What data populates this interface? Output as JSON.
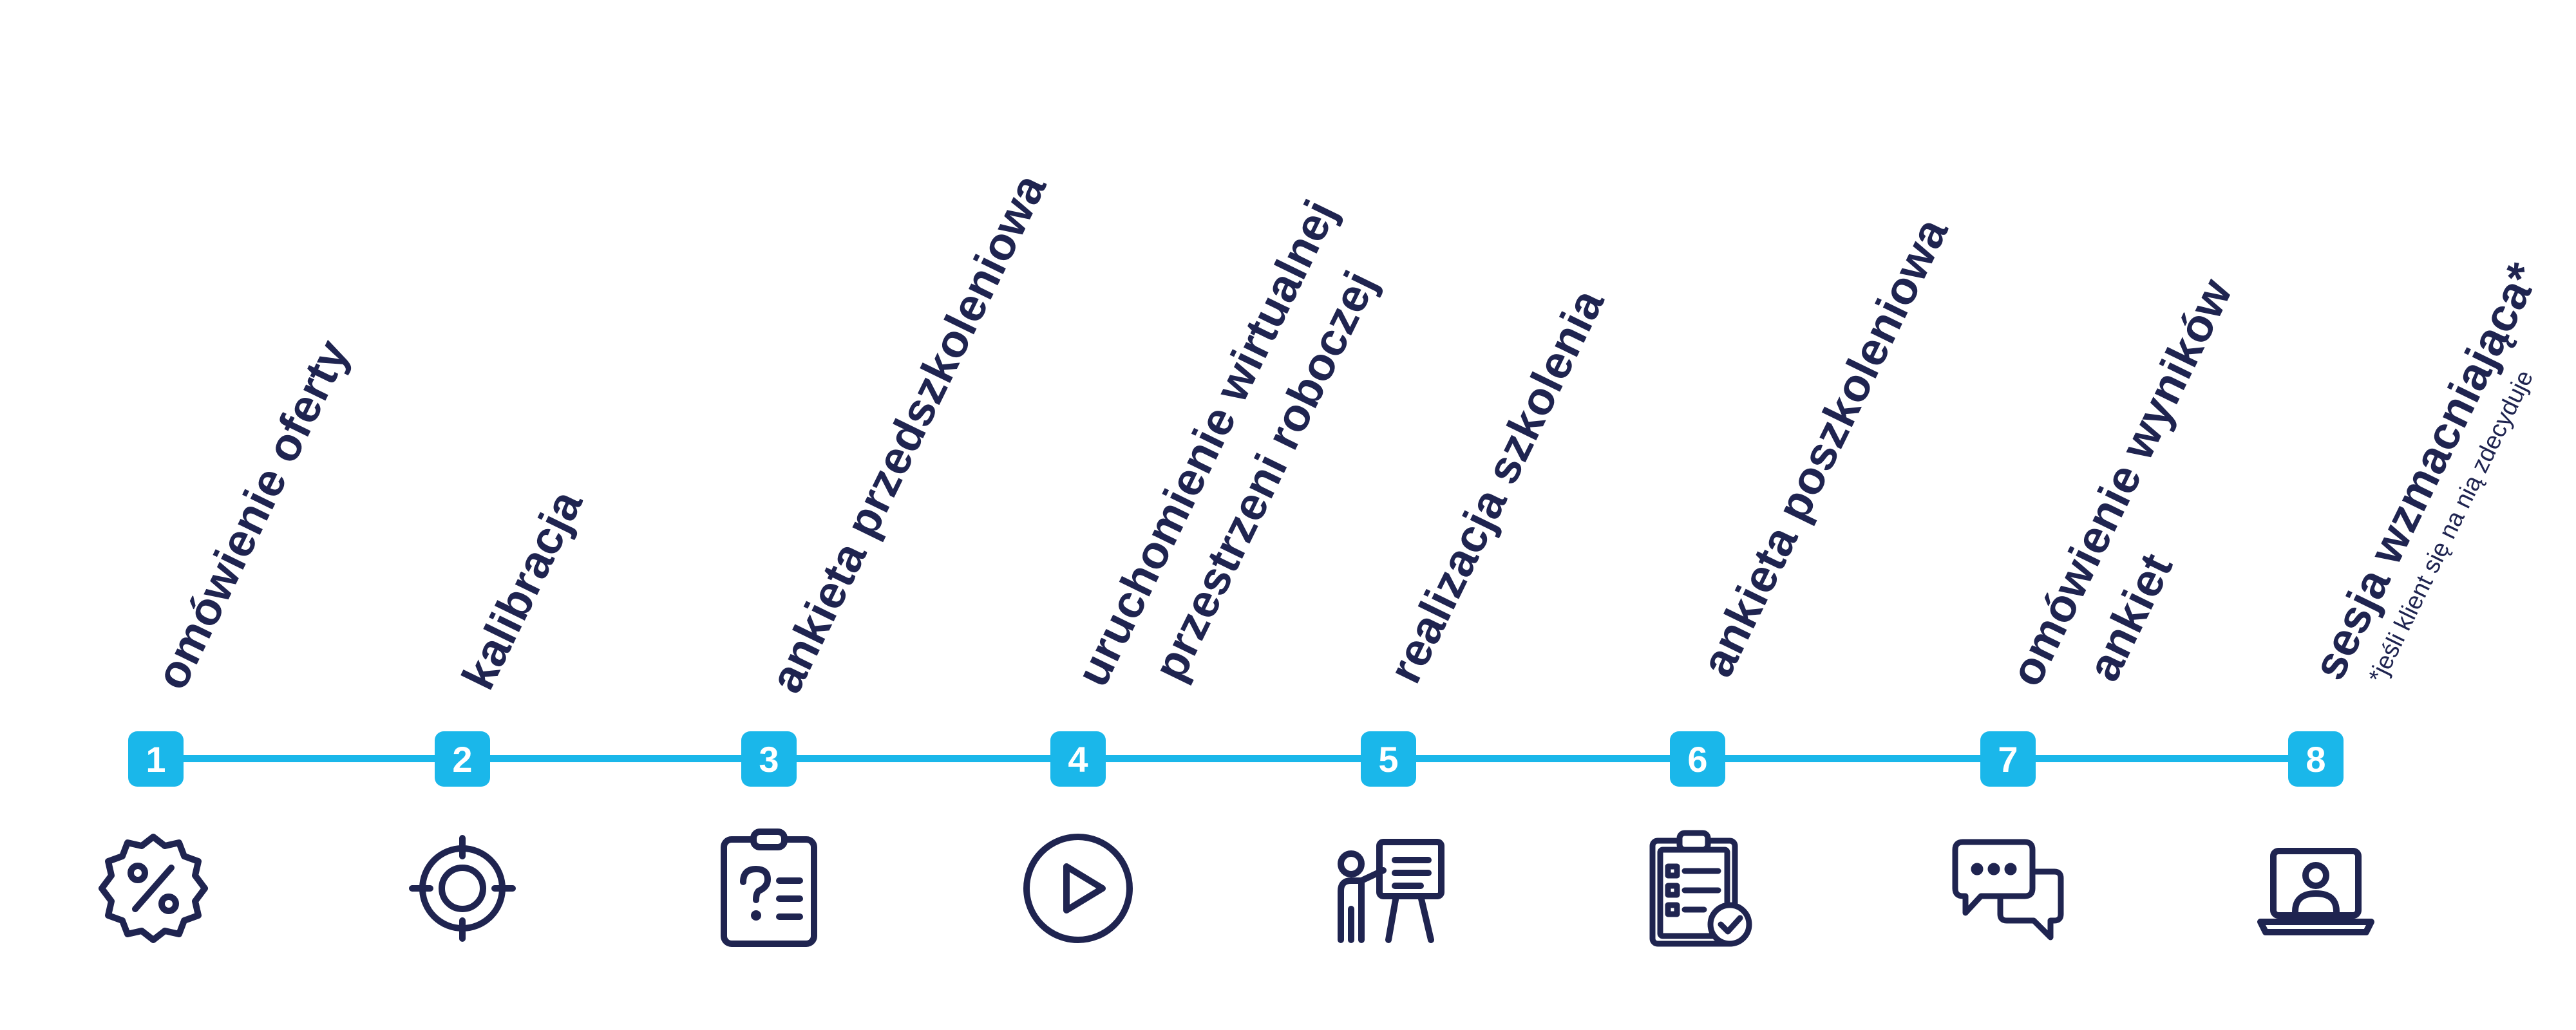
{
  "steps": [
    {
      "number": "1",
      "label": "omówienie oferty",
      "icon": "percent-badge-icon"
    },
    {
      "number": "2",
      "label": "kalibracja",
      "icon": "target-icon"
    },
    {
      "number": "3",
      "label": "ankieta przedszkoleniowa",
      "icon": "question-clipboard-icon"
    },
    {
      "number": "4",
      "label_line1": "uruchomienie wirtualnej",
      "label_line2": "przestrzeni roboczej",
      "icon": "play-icon"
    },
    {
      "number": "5",
      "label": "realizacja szkolenia",
      "icon": "presenter-icon"
    },
    {
      "number": "6",
      "label": "ankieta poszkoleniowa",
      "icon": "checklist-approved-icon"
    },
    {
      "number": "7",
      "label_line1": "omówienie wyników",
      "label_line2": "ankiet",
      "icon": "chat-bubbles-icon"
    },
    {
      "number": "8",
      "label": "sesja wzmacniająca*",
      "footnote": "*jeśli klient się na nią zdecyduje",
      "icon": "laptop-user-icon"
    }
  ],
  "colors": {
    "accent": "#1ab7ea",
    "text": "#1f2450",
    "icon": "#1f2450"
  }
}
